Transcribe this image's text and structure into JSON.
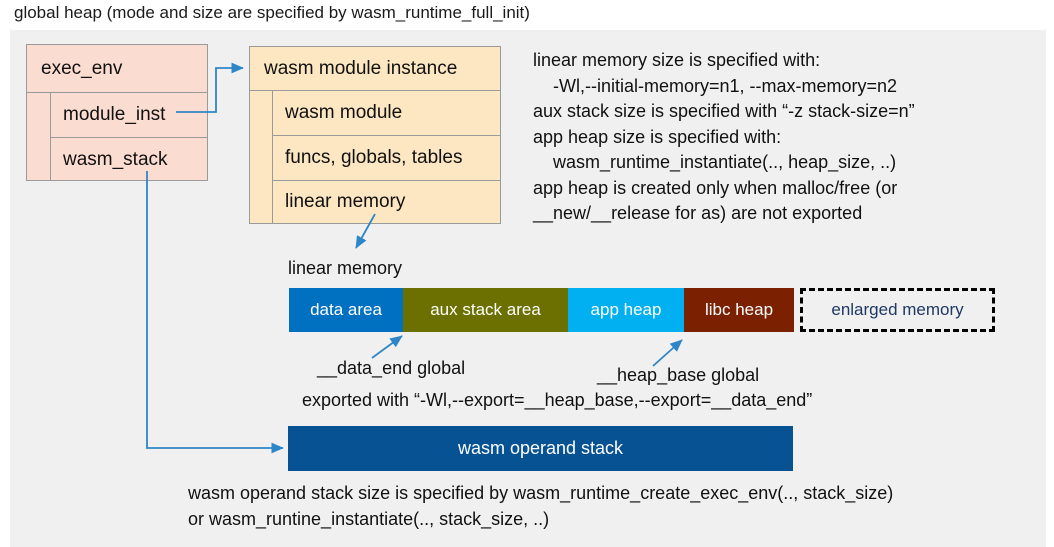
{
  "title": "global heap (mode and size are specified by wasm_runtime_full_init)",
  "colors": {
    "panel_background": "#f0f0f0",
    "exec_env_fill": "#fbdcd0",
    "module_instance_fill": "#fce7c2",
    "data_area": "#0070c0",
    "aux_stack_area": "#6b7000",
    "app_heap": "#00b0f0",
    "libc_heap": "#7b2000",
    "enlarged_memory_text": "#1f3864",
    "operand_stack": "#075293",
    "arrow": "#2e86c8",
    "box_border": "#9a9a9a"
  },
  "exec_env": {
    "header": "exec_env",
    "rows": [
      {
        "label": "module_inst"
      },
      {
        "label": "wasm_stack"
      }
    ]
  },
  "module_instance": {
    "header": "wasm module instance",
    "rows": [
      {
        "label": "wasm module"
      },
      {
        "label": "funcs, globals, tables"
      },
      {
        "label": "linear memory"
      }
    ]
  },
  "notes": {
    "right_block": "linear memory size is specified with:\n    -Wl,--initial-memory=n1, --max-memory=n2\naux stack size is specified with “-z stack-size=n”\napp heap size is specified with:\n    wasm_runtime_instantiate(.., heap_size, ..)\napp heap is created only when malloc/free (or\n__new/__release for as) are not exported",
    "bottom_block": "wasm operand stack size is specified by wasm_runtime_create_exec_env(.., stack_size)\nor wasm_runtine_instantiate(.., stack_size, ..)"
  },
  "linear_memory": {
    "label": "linear memory",
    "segments": [
      {
        "label": "data area",
        "color": "#0070c0",
        "width": 114,
        "text_color": "#ffffff"
      },
      {
        "label": "aux stack area",
        "color": "#6b7000",
        "width": 165,
        "text_color": "#ffffff"
      },
      {
        "label": "app heap",
        "color": "#00b0f0",
        "width": 116,
        "text_color": "#ffffff"
      },
      {
        "label": "libc heap",
        "color": "#7b2000",
        "width": 110,
        "text_color": "#ffffff"
      },
      {
        "label": "enlarged memory",
        "color": "#f0f0f0",
        "width": 195,
        "text_color": "#1f3864",
        "dashed": true
      }
    ]
  },
  "annotations": {
    "data_end": "__data_end global",
    "heap_base": "__heap_base global",
    "exported_with": "exported with “-Wl,--export=__heap_base,--export=__data_end”"
  },
  "operand_stack": {
    "label": "wasm operand stack"
  }
}
